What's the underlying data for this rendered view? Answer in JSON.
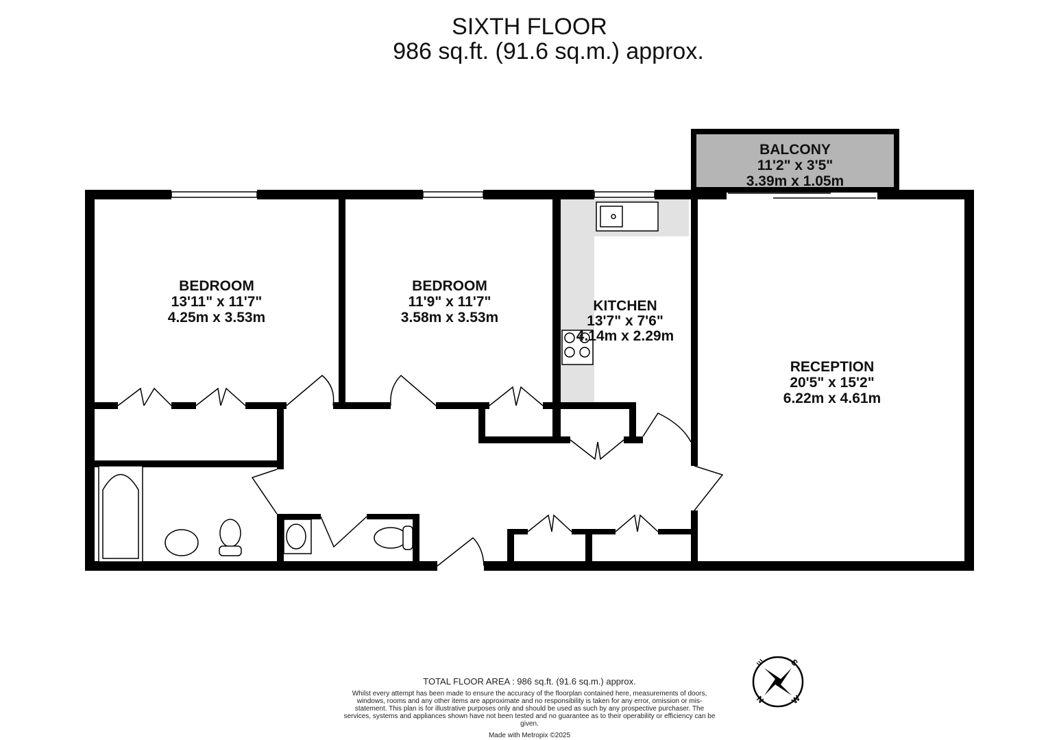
{
  "header": {
    "floor": "SIXTH FLOOR",
    "area": "986 sq.ft. (91.6 sq.m.) approx."
  },
  "rooms": [
    {
      "name": "BEDROOM",
      "imperial": "13'11\"  x 11'7\"",
      "metric": "4.25m  x 3.53m"
    },
    {
      "name": "BEDROOM",
      "imperial": "11'9\"  x 11'7\"",
      "metric": "3.58m  x 3.53m"
    },
    {
      "name": "KITCHEN",
      "imperial": "13'7\"  x 7'6\"",
      "metric": "4.14m  x 2.29m"
    },
    {
      "name": "RECEPTION",
      "imperial": "20'5\"  x 15'2\"",
      "metric": "6.22m  x 4.61m"
    },
    {
      "name": "BALCONY",
      "imperial": "11'2\"  x 3'5\"",
      "metric": "3.39m  x 1.05m"
    }
  ],
  "footer": {
    "total": "TOTAL FLOOR AREA : 986 sq.ft. (91.6 sq.m.) approx.",
    "disclaimer": "Whilst every attempt has been made to ensure the accuracy of the floorplan contained here, measurements of doors, windows, rooms and any other items are approximate and no responsibility is taken for any error, omission or mis-statement. This plan is for illustrative purposes only and should be used as such by any prospective purchaser. The services, systems and appliances shown have not been tested and no guarantee as to their operability or efficiency can be given.",
    "credit": "Made with Metropix ©2025"
  },
  "compass": {
    "n": "N",
    "e": "E",
    "s": "S",
    "w": "W"
  },
  "colors": {
    "wall": "#000000",
    "balcony": "#b5b5b5",
    "counter": "#e2e2e2"
  }
}
